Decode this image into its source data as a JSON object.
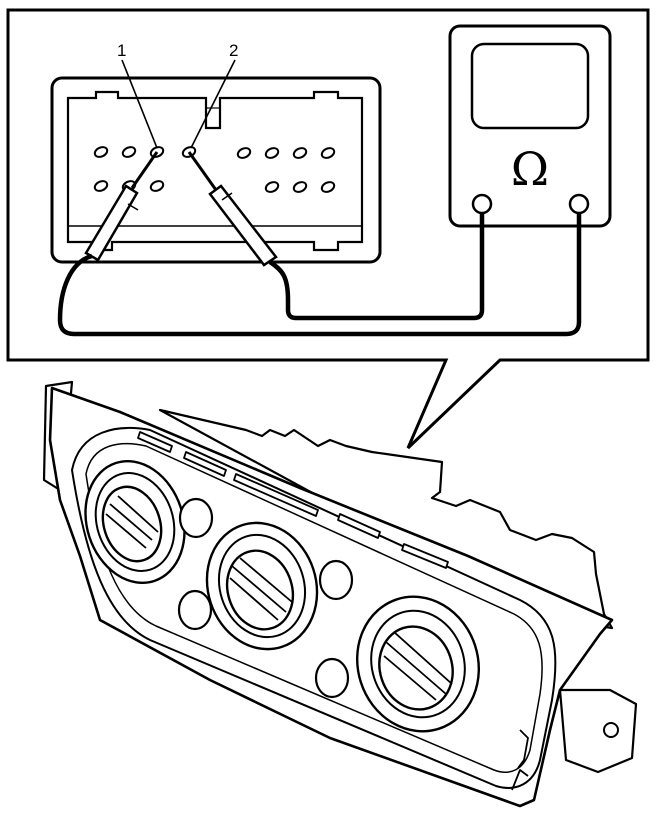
{
  "callouts": {
    "probe_1": "1",
    "probe_2": "2"
  },
  "meter": {
    "symbol": "Ω"
  },
  "colors": {
    "line": "#000000",
    "background": "#ffffff"
  },
  "icons": [
    "ohmmeter-icon",
    "connector-icon",
    "probe-icon",
    "control-panel-icon"
  ]
}
